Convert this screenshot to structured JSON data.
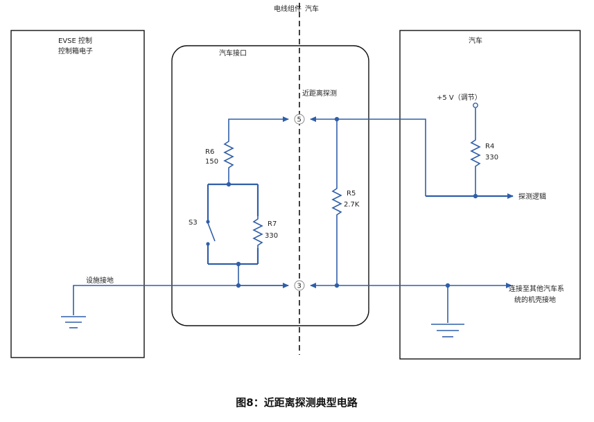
{
  "header": {
    "left": "电线组件",
    "right": "汽车"
  },
  "evse": {
    "title": "EVSE 控制",
    "subtitle": "控制箱电子",
    "ground_label": "设施接地"
  },
  "connector": {
    "title": "汽车接口",
    "proximity_label": "近距离探测",
    "pin5": "5",
    "pin3": "3"
  },
  "vehicle": {
    "title": "汽车",
    "supply_label": "+5 V（调节）",
    "logic_label": "探测逻辑",
    "chassis_label_1": "连接至其他汽车系",
    "chassis_label_2": "统的机壳接地"
  },
  "components": {
    "r6_name": "R6",
    "r6_value": "150",
    "r7_name": "R7",
    "r7_value": "330",
    "r5_name": "R5",
    "r5_value": "2.7K",
    "r4_name": "R4",
    "r4_value": "330",
    "s3_name": "S3"
  },
  "caption": "图8：近距离探测典型电路",
  "colors": {
    "wire": "#2f5ea8",
    "border": "#111111"
  }
}
